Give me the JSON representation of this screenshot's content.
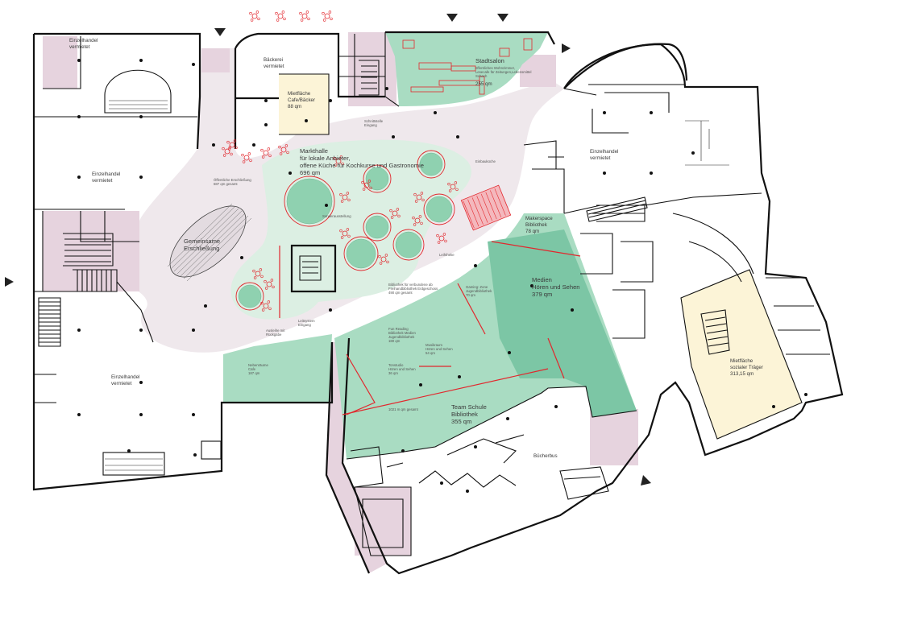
{
  "colors": {
    "circulation": "#efe8ec",
    "stairs_pink": "#e6d3de",
    "green_light": "#dcefe3",
    "green_mid": "#a9dcc2",
    "green_dark": "#7cc6a5",
    "cream": "#fcf4d7",
    "furniture_red": "#e2272d",
    "wall": "#111111"
  },
  "rooms": {
    "einzelhandel_nw": {
      "line1": "Einzelhandel",
      "line2": "vermietet"
    },
    "einzelhandel_w": {
      "line1": "Einzelhandel",
      "line2": "vermietet"
    },
    "einzelhandel_sw": {
      "line1": "Einzelhandel",
      "line2": "vermietet"
    },
    "einzelhandel_e": {
      "line1": "Einzelhandel",
      "line2": "vermietet"
    },
    "baeckerei": {
      "line1": "Bäckerei",
      "line2": "vermietet"
    },
    "mietflaeche_cafe": {
      "line1": "Mietfläche",
      "line2": "Cafe/Bäcker",
      "line3": "88 qm"
    },
    "stadtsalon": {
      "line1": "Stadtsalon",
      "line2": "öffentliches Wohnzimmer,",
      "line3": "Lesecafe für Zeitungen,Lebensmittel",
      "line4": "Schach",
      "line5": "255 qm"
    },
    "markthalle": {
      "line1": "Markthalle",
      "line2": "für lokale Anbieter,",
      "line3": "offene Küche für Kochkurse und Gastronomie",
      "line4": "696 qm"
    },
    "gemeinsame_erschliessung": {
      "line1": "Gemeinsame",
      "line2": "Erschließung"
    },
    "oeffentliche_erschliessung": {
      "line1": "Öffentliche Erschließung",
      "line2": "687 qm gesamt"
    },
    "makerspace": {
      "line1": "Makerspace",
      "line2": "Bibliothek",
      "line3": "78 qm"
    },
    "medien": {
      "line1": "Medien",
      "line2": "Hören und Sehen",
      "line3": "379 qm"
    },
    "gaming": {
      "line1": "Gaming: Zone",
      "line2": "Jugendbibliothek",
      "line3": "70 qm"
    },
    "fun_reading": {
      "line1": "Fun Reading",
      "line2": "Bibliothek Medien",
      "line3": "Jugendbibliothek",
      "line4": "180 qm"
    },
    "musikraum": {
      "line1": "Musikraum",
      "line2": "Hören und Sehen",
      "line3": "54 qm"
    },
    "tonstudio": {
      "line1": "Tonstudio",
      "line2": "Hören und Sehen",
      "line3": "36 qm"
    },
    "nebenraeume": {
      "line1": "Nebenräume",
      "line2": "Cafe",
      "line3": "187 qm"
    },
    "team_schule": {
      "line1": "Team Schule",
      "line2": "Bibliothek",
      "line3": "355 qm"
    },
    "flaeche_gesamt": {
      "line1": "1021 m qm gesamt"
    },
    "buecherbus": {
      "line1": "Bücherbus"
    },
    "mietflaeche_sozial": {
      "line1": "Mietfläche",
      "line2": "sozialer Träger",
      "line3": "313,15 qm"
    },
    "bibliothek_gesamt": {
      "line1": "Bibliothek für verbundene ab",
      "line2": "Freihandbibliothek Erdgeschoss",
      "line3": "490 qm gesamt"
    }
  },
  "small_labels": {
    "eingang_a": "Schnittstelle",
    "eingang_b": "Eingang",
    "uebergang": "Einbauküche",
    "sonderflaeche": "Sonderausstellung",
    "kasse": "Leihtheke",
    "infopunkt": "Ausleihe mit",
    "infopunkt_2": "Rückgabe",
    "leitsystem": "Leitsystem",
    "leitsystem_2": "Eingang"
  }
}
